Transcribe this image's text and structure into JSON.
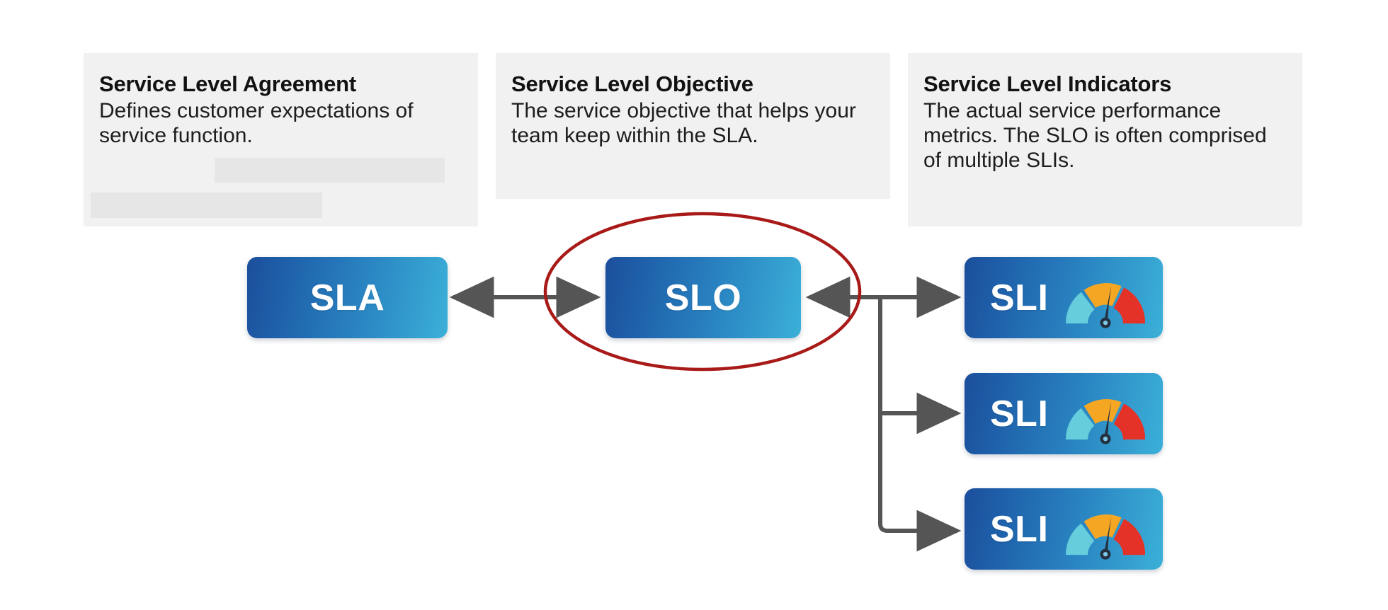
{
  "diagram": {
    "title": "SLA / SLO / SLI relationship diagram",
    "background_color": "#ffffff",
    "card_background": "#f1f1f1",
    "connector_color": "#555555",
    "highlight_ellipse_color": "#a81a18",
    "node_gradient_from": "#1c4e9c",
    "node_gradient_to": "#3bb0d8"
  },
  "cards": [
    {
      "id": "sla",
      "title": "Service Level Agreement",
      "body": "Defines customer expectations of service function.",
      "redacted_bars": 2
    },
    {
      "id": "slo",
      "title": "Service Level Objective",
      "body": "The service objective that helps your team keep within the SLA.",
      "redacted_bars": 0
    },
    {
      "id": "sli",
      "title": "Service Level Indicators",
      "body": "The actual service performance metrics. The SLO is often comprised of multiple SLIs.",
      "redacted_bars": 0
    }
  ],
  "nodes": {
    "sla": {
      "label": "SLA"
    },
    "slo": {
      "label": "SLO",
      "highlighted": true
    },
    "sli": [
      {
        "label": "SLI"
      },
      {
        "label": "SLI"
      },
      {
        "label": "SLI"
      }
    ]
  },
  "gauge": {
    "icon_name": "gauge-icon",
    "segments": [
      {
        "name": "low",
        "color": "#65cddb"
      },
      {
        "name": "medium",
        "color": "#f5a623"
      },
      {
        "name": "high",
        "color": "#e53228"
      }
    ],
    "needle_color": "#23303f",
    "needle_points_to": "medium-high"
  },
  "connectors": [
    {
      "from": "sla",
      "to": "slo",
      "style": "double-headed-arrow"
    },
    {
      "from": "sli-branch",
      "to": "slo",
      "style": "arrow"
    },
    {
      "from": "branch",
      "to": "sli-1",
      "style": "arrow"
    },
    {
      "from": "branch",
      "to": "sli-2",
      "style": "arrow"
    },
    {
      "from": "branch",
      "to": "sli-3",
      "style": "arrow"
    }
  ]
}
